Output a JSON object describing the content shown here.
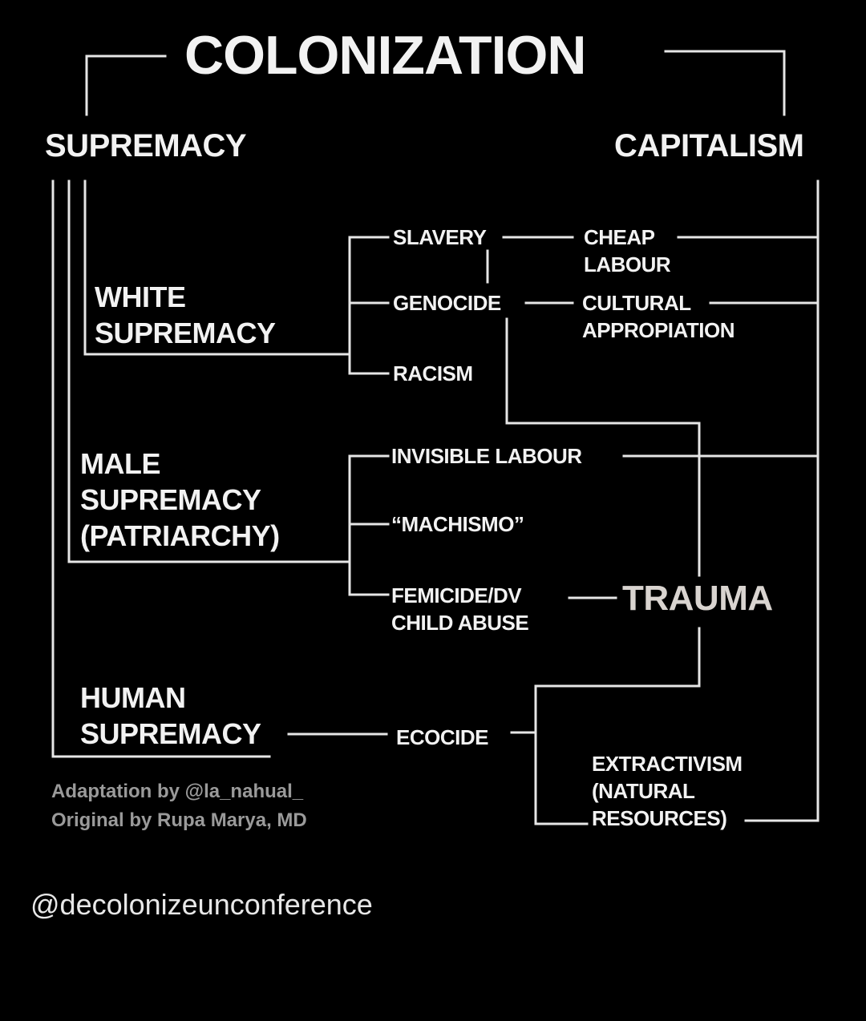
{
  "diagram": {
    "title": "COLONIZATION",
    "supremacy": "SUPREMACY",
    "capitalism": "CAPITALISM",
    "white_supremacy": [
      "WHITE",
      "SUPREMACY"
    ],
    "male_supremacy": [
      "MALE",
      "SUPREMACY",
      "(PATRIARCHY)"
    ],
    "human_supremacy": [
      "HUMAN",
      "SUPREMACY"
    ],
    "slavery": "SLAVERY",
    "genocide": "GENOCIDE",
    "racism": "RACISM",
    "cheap_labour": [
      "CHEAP",
      "LABOUR"
    ],
    "cultural_appropiation": [
      "CULTURAL",
      "APPROPIATION"
    ],
    "invisible_labour": "INVISIBLE LABOUR",
    "machismo": "“MACHISMO”",
    "femicide": [
      "FEMICIDE/DV",
      "CHILD ABUSE"
    ],
    "trauma": "TRAUMA",
    "ecocide": "ECOCIDE",
    "extractivism": [
      "EXTRACTIVISM",
      "(NATURAL",
      "RESOURCES)"
    ]
  },
  "credits": {
    "adaptation": "Adaptation by @la_nahual_",
    "original": "Original by Rupa Marya, MD"
  },
  "handle": "@decolonizeunconference"
}
